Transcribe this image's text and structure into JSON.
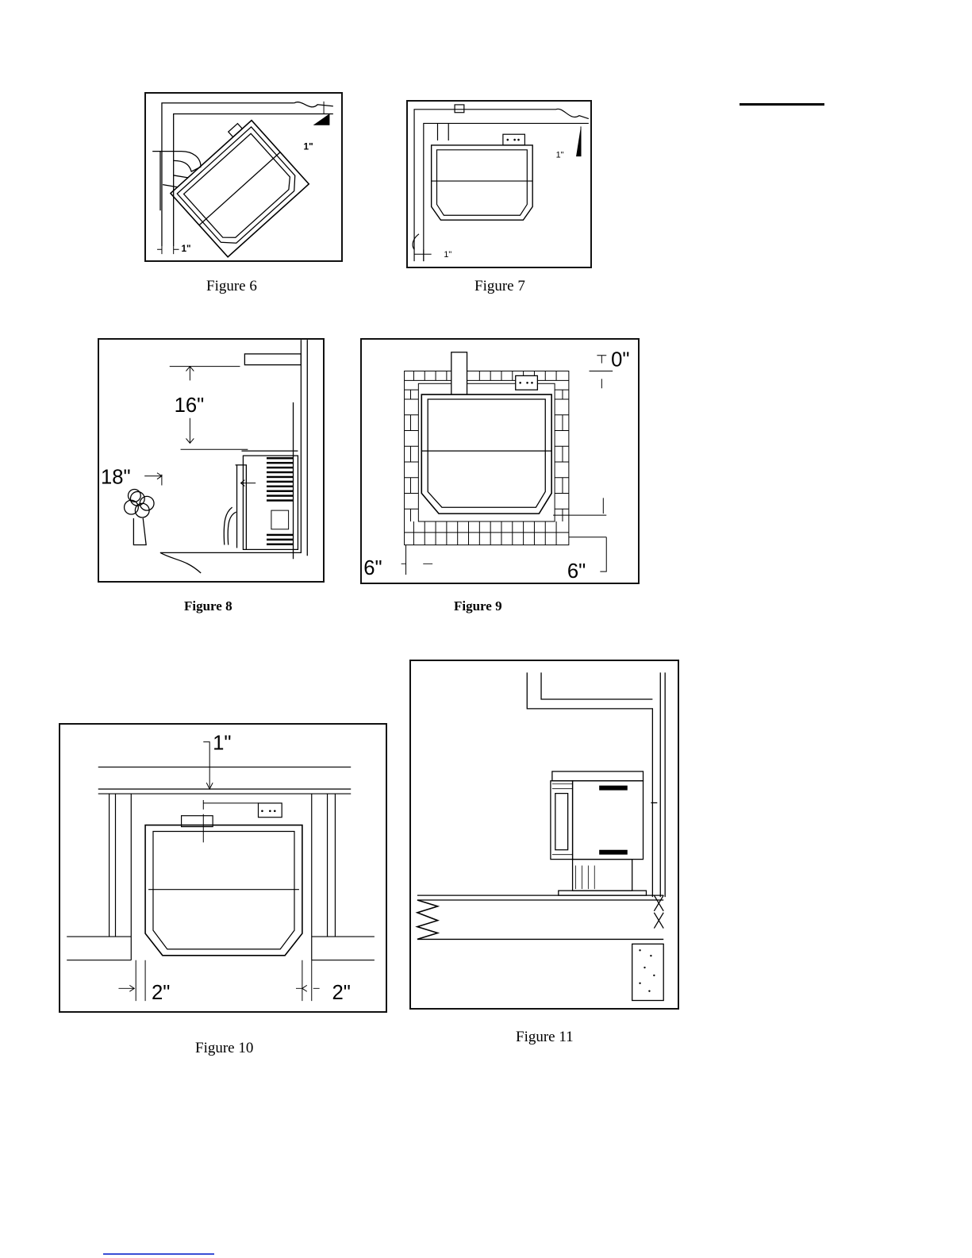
{
  "figures": {
    "fig6": {
      "caption": "Figure 6",
      "dim_a": "1\"",
      "dim_b": "1\""
    },
    "fig7": {
      "caption": "Figure 7",
      "dim_a": "1\"",
      "dim_b": "1\""
    },
    "fig8": {
      "caption": "Figure 8",
      "dim_a": "16\"",
      "dim_b": "18\""
    },
    "fig9": {
      "caption": "Figure 9",
      "dim_a": "0\"",
      "dim_b": "6\"",
      "dim_c": "6\""
    },
    "fig10": {
      "caption": "Figure 10",
      "dim_a": "1\"",
      "dim_b": "2\"",
      "dim_c": "2\""
    },
    "fig11": {
      "caption": "Figure 11"
    }
  }
}
